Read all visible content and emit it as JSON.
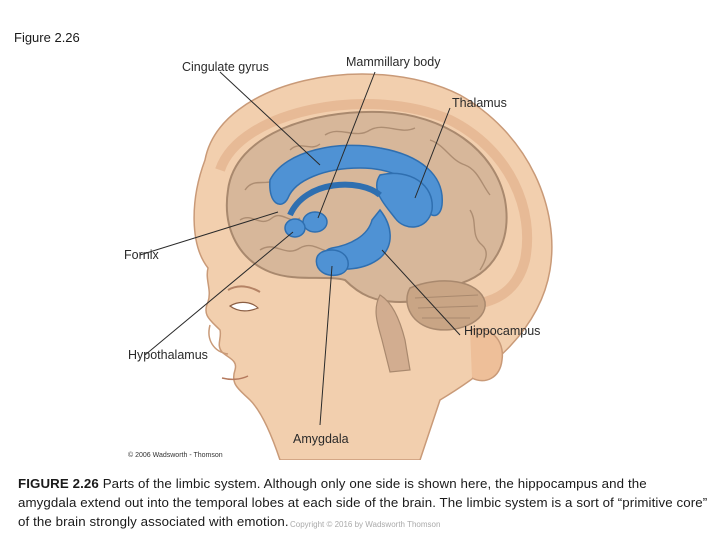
{
  "figure_label": "Figure 2.26",
  "labels": {
    "cingulate_gyrus": "Cingulate gyrus",
    "mammillary_body": "Mammillary body",
    "thalamus": "Thalamus",
    "fornix": "Fornix",
    "hippocampus": "Hippocampus",
    "hypothalamus": "Hypothalamus",
    "amygdala": "Amygdala"
  },
  "copyright": "© 2006 Wadsworth - Thomson",
  "caption": {
    "lead": "FIGURE 2.26",
    "text": " Parts of the limbic system. Although only one side is shown here, the hippocampus and the amygdala extend out into the temporal lobes at each side of the brain. The limbic system is a sort of “primitive core” of the brain strongly associated with emotion."
  },
  "watermark": "Copyright © 2016 by Wadsworth Thomson",
  "colors": {
    "skin": "#f2cfae",
    "skin_shade": "#e3b08c",
    "brain": "#d7b79a",
    "brain_line": "#a9896e",
    "limbic": "#4f92d4",
    "limbic_dark": "#2f6fb0"
  }
}
